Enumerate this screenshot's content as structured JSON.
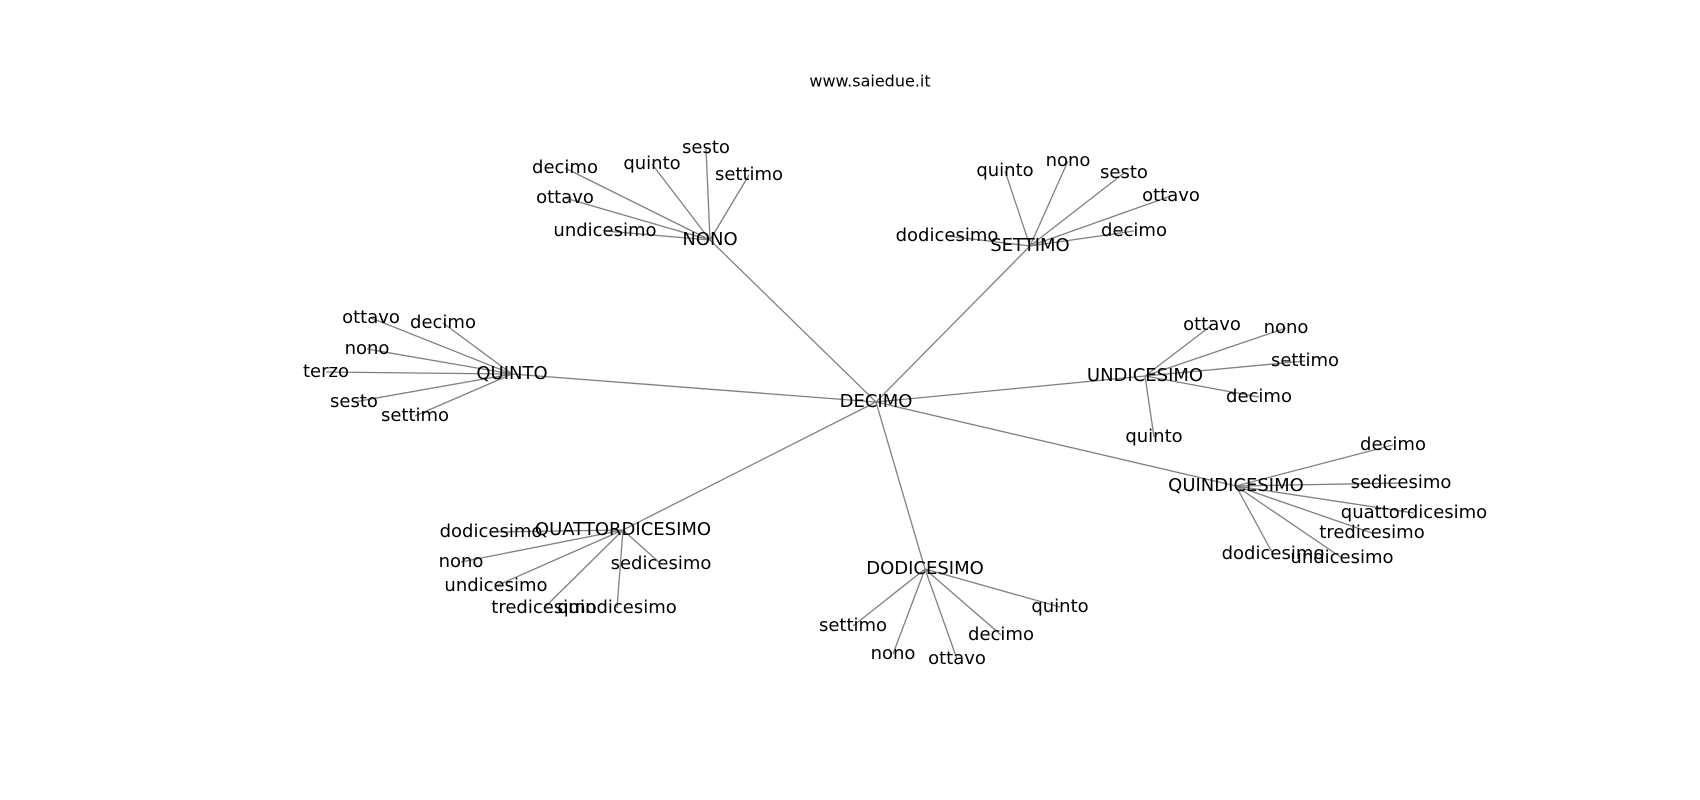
{
  "title": "www.saiedue.it",
  "root": "DECIMO",
  "hubs": [
    {
      "id": "nono",
      "label": "NONO",
      "children": [
        "decimo",
        "quinto",
        "sesto",
        "settimo",
        "ottavo",
        "undicesimo"
      ]
    },
    {
      "id": "settimo",
      "label": "SETTIMO",
      "children": [
        "quinto",
        "nono",
        "sesto",
        "ottavo",
        "dodicesimo",
        "decimo"
      ]
    },
    {
      "id": "quinto",
      "label": "QUINTO",
      "children": [
        "ottavo",
        "decimo",
        "nono",
        "terzo",
        "sesto",
        "settimo"
      ]
    },
    {
      "id": "undicesimo",
      "label": "UNDICESIMO",
      "children": [
        "ottavo",
        "nono",
        "settimo",
        "decimo",
        "quinto"
      ]
    },
    {
      "id": "quindicesimo",
      "label": "QUINDICESIMO",
      "children": [
        "decimo",
        "sedicesimo",
        "quattordicesimo",
        "tredicesimo",
        "dodicesimo",
        "undicesimo"
      ]
    },
    {
      "id": "quattordicesimo",
      "label": "QUATTORDICESIMO",
      "children": [
        "dodicesimo",
        "nono",
        "undicesimo",
        "sedicesimo",
        "tredicesimo",
        "quindicesimo"
      ]
    },
    {
      "id": "dodicesimo",
      "label": "DODICESIMO",
      "children": [
        "quinto",
        "settimo",
        "decimo",
        "nono",
        "ottavo"
      ]
    }
  ]
}
